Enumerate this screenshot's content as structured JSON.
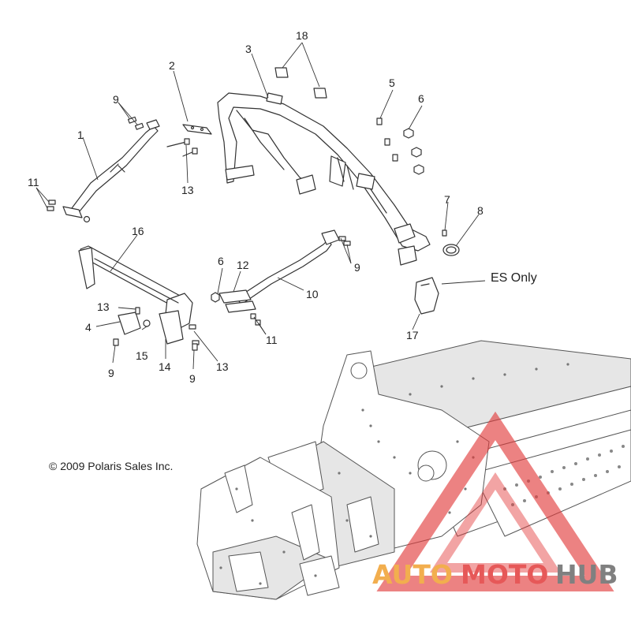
{
  "callouts": {
    "c1": "1",
    "c2": "2",
    "c3": "3",
    "c4": "4",
    "c5": "5",
    "c6a": "6",
    "c6b": "6",
    "c7": "7",
    "c8": "8",
    "c9a": "9",
    "c9b": "9",
    "c9c": "9",
    "c9d": "9",
    "c10": "10",
    "c11a": "11",
    "c11b": "11",
    "c12": "12",
    "c13a": "13",
    "c13b": "13",
    "c13c": "13",
    "c14": "14",
    "c15": "15",
    "c16": "16",
    "c17": "17",
    "c18": "18"
  },
  "es_only": "ES Only",
  "copyright": "© 2009 Polaris Sales Inc.",
  "watermark": {
    "auto": "AUTO",
    "moto": "MOTO",
    "hub": "HUB"
  },
  "colors": {
    "watermark_orange": "#f0a030",
    "watermark_red": "#e23c3c",
    "watermark_gray": "#6b6b6b",
    "line": "#333333"
  }
}
